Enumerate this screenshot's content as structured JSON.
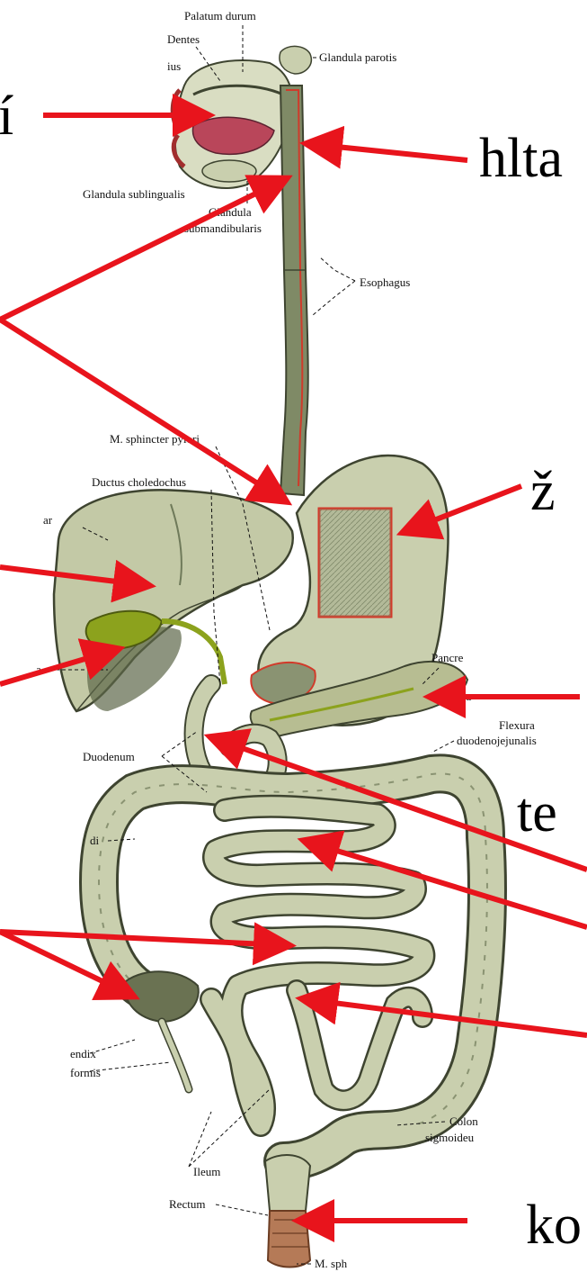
{
  "big_labels": {
    "mouth_fragment": "í",
    "pharynx_fragment": "hlta",
    "stomach_fragment": "ž",
    "intestine_fragment": "te",
    "rectum_fragment": "ko"
  },
  "anatomy_labels": {
    "palatum_durum": "Palatum durum",
    "dentes": "Dentes",
    "ius_fragment": "ius",
    "glandula_parotis": "Glandula parotis",
    "glandula_sublingualis": "Glandula sublingualis",
    "glandula_submandibularis_1": "Glandula",
    "glandula_submandibularis_2": "submandibularis",
    "esophagus": "Esophagus",
    "sphincter_pylori": "M. sphincter pylori",
    "ductus_choledochus": "Ductus choledochus",
    "hepar_fragment": "ar",
    "a_fragment": "a",
    "pancreas_fragment": "Pancre",
    "pa_fragment": "pa",
    "flexura": "Flexura",
    "duodenojejunalis": "duodenojejunalis",
    "duodenum": "Duodenum",
    "di_fragment": "di",
    "appendix_1": "endix",
    "appendix_2": "formis",
    "colon_sigmoideum_1": "Colon",
    "colon_sigmoideum_2": "sigmoideu",
    "ileum": "Ileum",
    "rectum": "Rectum",
    "m_sphincter_fragment": "M. sph"
  },
  "colors": {
    "arrow": "#e8141c",
    "organ": "#c9cfae",
    "organ_dark": "#6f7a5a",
    "organ_outline": "#3e4430",
    "cut_edge": "#d23a2a",
    "gallbladder": "#8ca21d",
    "rectum_muscle": "#b57a57"
  }
}
